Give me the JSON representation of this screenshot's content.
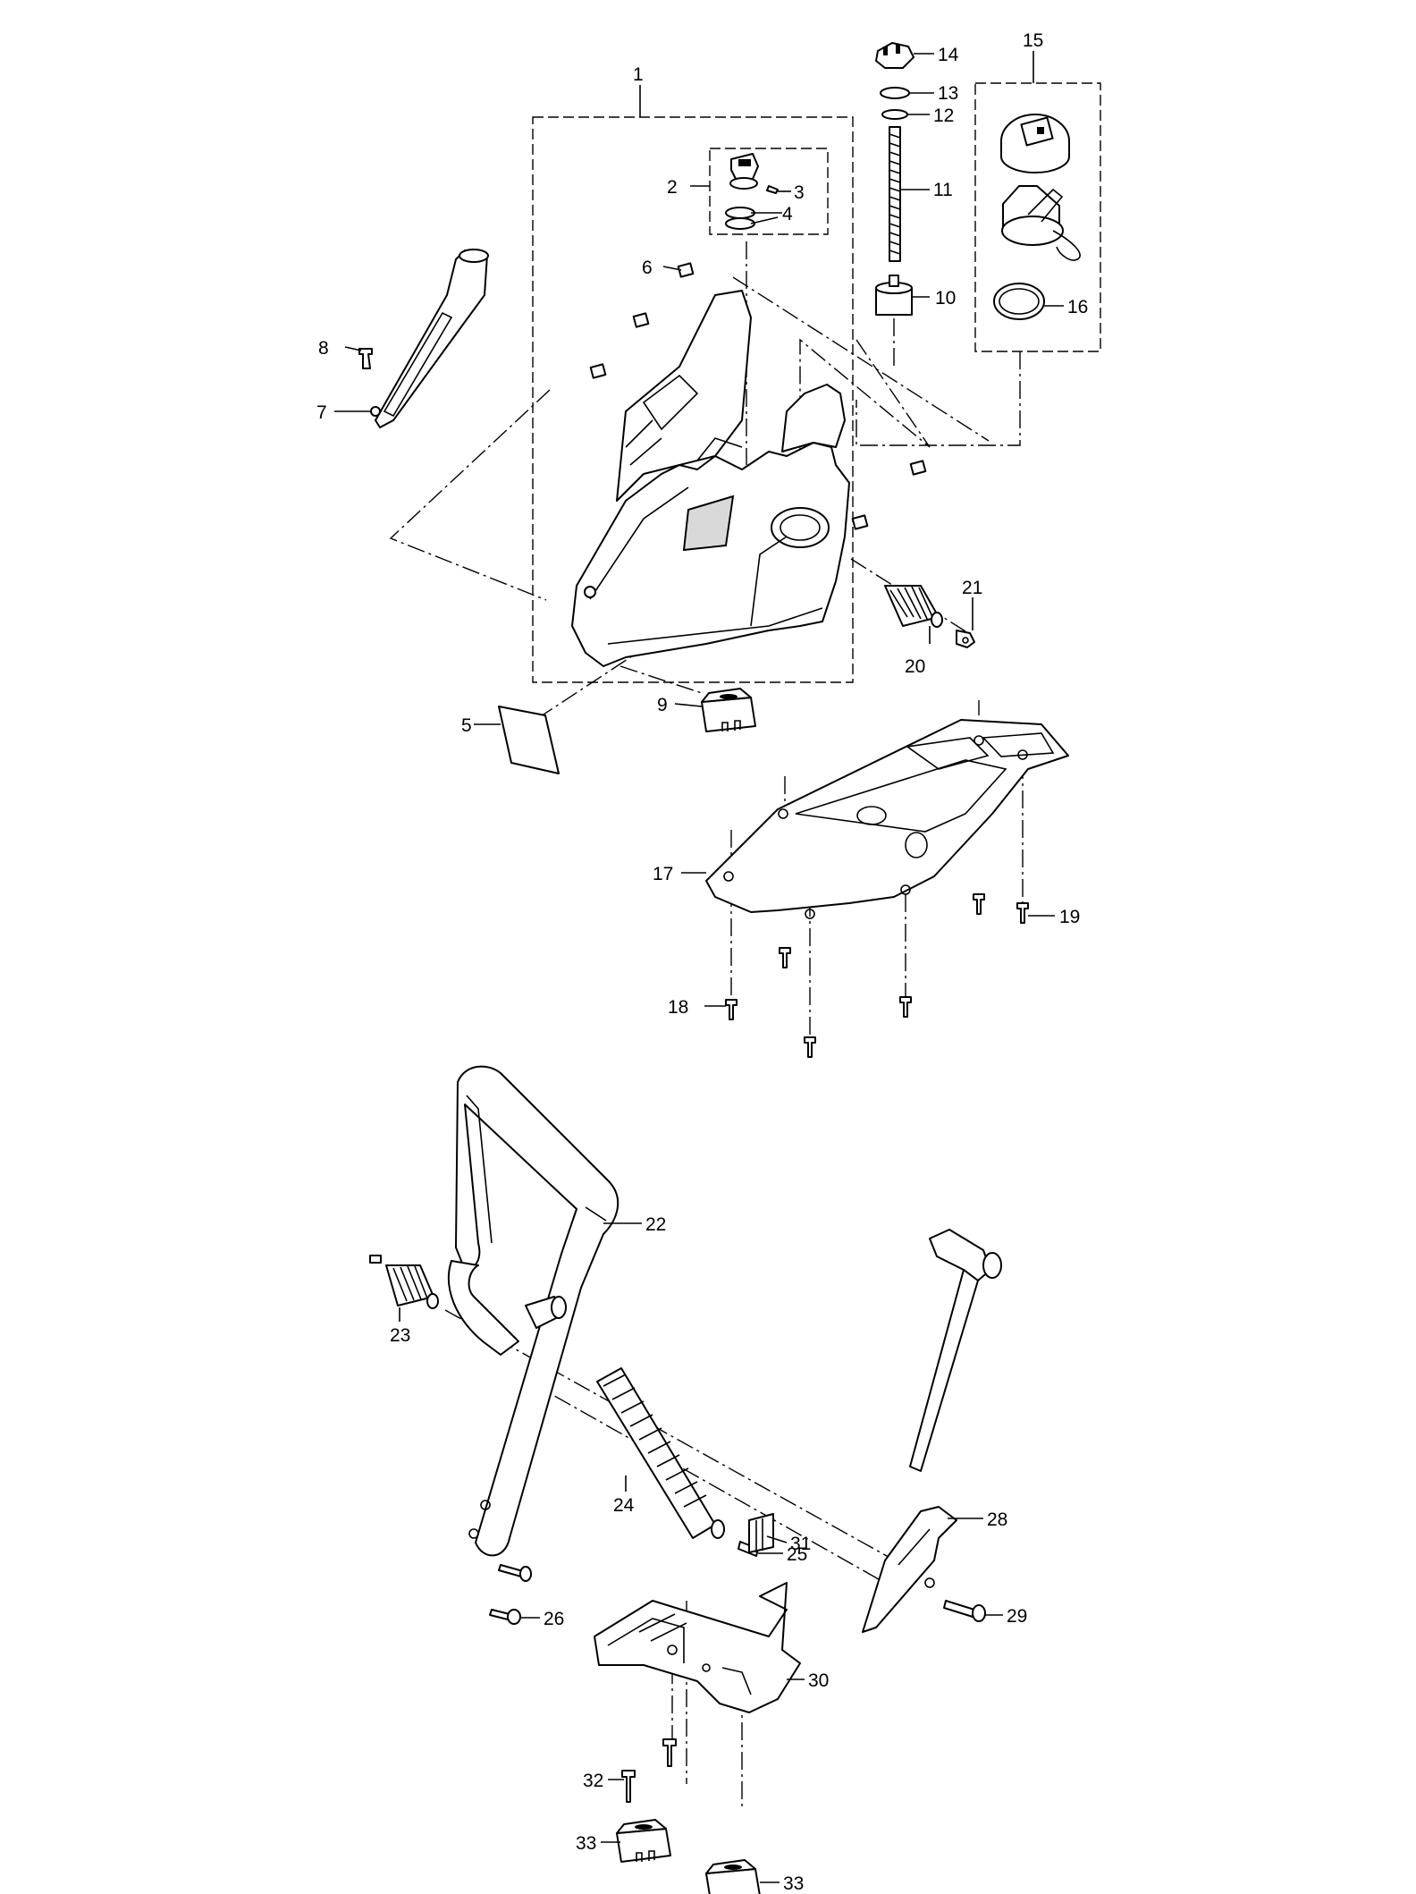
{
  "diagram": {
    "callouts": [
      "1",
      "2",
      "3",
      "4",
      "5",
      "6",
      "7",
      "8",
      "9",
      "10",
      "11",
      "12",
      "13",
      "14",
      "15",
      "16",
      "17",
      "18",
      "19",
      "20",
      "21",
      "22",
      "23",
      "24",
      "25",
      "26",
      "28",
      "29",
      "30",
      "31",
      "32",
      "33",
      "33"
    ]
  }
}
